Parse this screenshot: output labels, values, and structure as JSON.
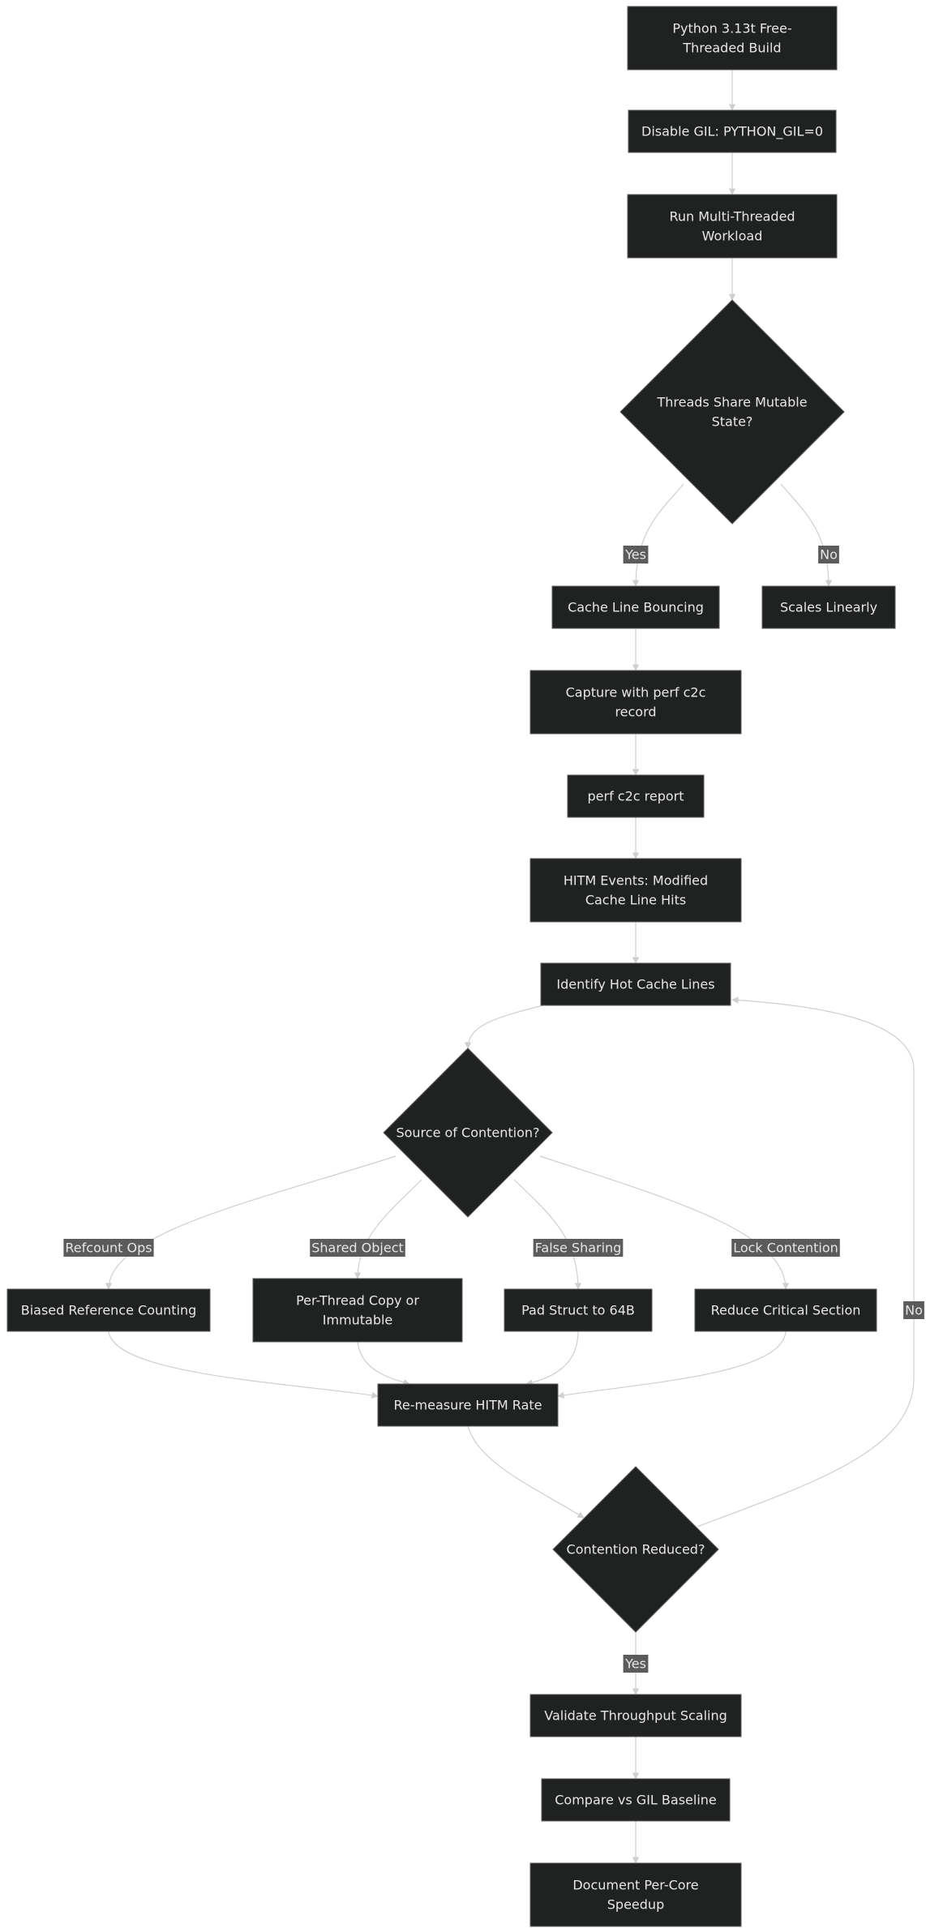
{
  "colors": {
    "node_fill": "#202221",
    "node_stroke": "#5a5a5a",
    "node_text": "#e6e6e6",
    "edge": "#cfcfcf",
    "label_bg": "#5b5b5b",
    "label_text": "#eeeeee",
    "background": "#ffffff"
  },
  "nodes": [
    {
      "id": "n1",
      "shape": "rect",
      "lines": [
        "Python 3.13t Free-",
        "Threaded Build"
      ]
    },
    {
      "id": "n2",
      "shape": "rect",
      "lines": [
        "Disable GIL: PYTHON_GIL=0"
      ]
    },
    {
      "id": "n3",
      "shape": "rect",
      "lines": [
        "Run Multi-Threaded",
        "Workload"
      ]
    },
    {
      "id": "n4",
      "shape": "diamond",
      "lines": [
        "Threads Share Mutable",
        "State?"
      ]
    },
    {
      "id": "n5",
      "shape": "rect",
      "lines": [
        "Cache Line Bouncing"
      ]
    },
    {
      "id": "n6",
      "shape": "rect",
      "lines": [
        "Scales Linearly"
      ]
    },
    {
      "id": "n7",
      "shape": "rect",
      "lines": [
        "Capture with perf c2c",
        "record"
      ]
    },
    {
      "id": "n8",
      "shape": "rect",
      "lines": [
        "perf c2c report"
      ]
    },
    {
      "id": "n9",
      "shape": "rect",
      "lines": [
        "HITM Events: Modified",
        "Cache Line Hits"
      ]
    },
    {
      "id": "n10",
      "shape": "rect",
      "lines": [
        "Identify Hot Cache Lines"
      ]
    },
    {
      "id": "n11",
      "shape": "diamond",
      "lines": [
        "Source of Contention?"
      ]
    },
    {
      "id": "n12",
      "shape": "rect",
      "lines": [
        "Biased Reference Counting"
      ]
    },
    {
      "id": "n13",
      "shape": "rect",
      "lines": [
        "Per-Thread Copy or",
        "Immutable"
      ]
    },
    {
      "id": "n14",
      "shape": "rect",
      "lines": [
        "Pad Struct to 64B"
      ]
    },
    {
      "id": "n15",
      "shape": "rect",
      "lines": [
        "Reduce Critical Section"
      ]
    },
    {
      "id": "n16",
      "shape": "rect",
      "lines": [
        "Re-measure HITM Rate"
      ]
    },
    {
      "id": "n17",
      "shape": "diamond",
      "lines": [
        "Contention Reduced?"
      ]
    },
    {
      "id": "n18",
      "shape": "rect",
      "lines": [
        "Validate Throughput Scaling"
      ]
    },
    {
      "id": "n19",
      "shape": "rect",
      "lines": [
        "Compare vs GIL Baseline"
      ]
    },
    {
      "id": "n20",
      "shape": "rect",
      "lines": [
        "Document Per-Core",
        "Speedup"
      ]
    }
  ],
  "edges": [
    {
      "from": "n1",
      "to": "n2"
    },
    {
      "from": "n2",
      "to": "n3"
    },
    {
      "from": "n3",
      "to": "n4"
    },
    {
      "from": "n4",
      "to": "n5",
      "label": "Yes"
    },
    {
      "from": "n4",
      "to": "n6",
      "label": "No"
    },
    {
      "from": "n5",
      "to": "n7"
    },
    {
      "from": "n7",
      "to": "n8"
    },
    {
      "from": "n8",
      "to": "n9"
    },
    {
      "from": "n9",
      "to": "n10"
    },
    {
      "from": "n10",
      "to": "n11"
    },
    {
      "from": "n11",
      "to": "n12",
      "label": "Refcount Ops"
    },
    {
      "from": "n11",
      "to": "n13",
      "label": "Shared Object"
    },
    {
      "from": "n11",
      "to": "n14",
      "label": "False Sharing"
    },
    {
      "from": "n11",
      "to": "n15",
      "label": "Lock Contention"
    },
    {
      "from": "n12",
      "to": "n16"
    },
    {
      "from": "n13",
      "to": "n16"
    },
    {
      "from": "n14",
      "to": "n16"
    },
    {
      "from": "n15",
      "to": "n16"
    },
    {
      "from": "n16",
      "to": "n17"
    },
    {
      "from": "n17",
      "to": "n18",
      "label": "Yes"
    },
    {
      "from": "n17",
      "to": "n10",
      "label": "No"
    },
    {
      "from": "n18",
      "to": "n19"
    },
    {
      "from": "n19",
      "to": "n20"
    }
  ]
}
